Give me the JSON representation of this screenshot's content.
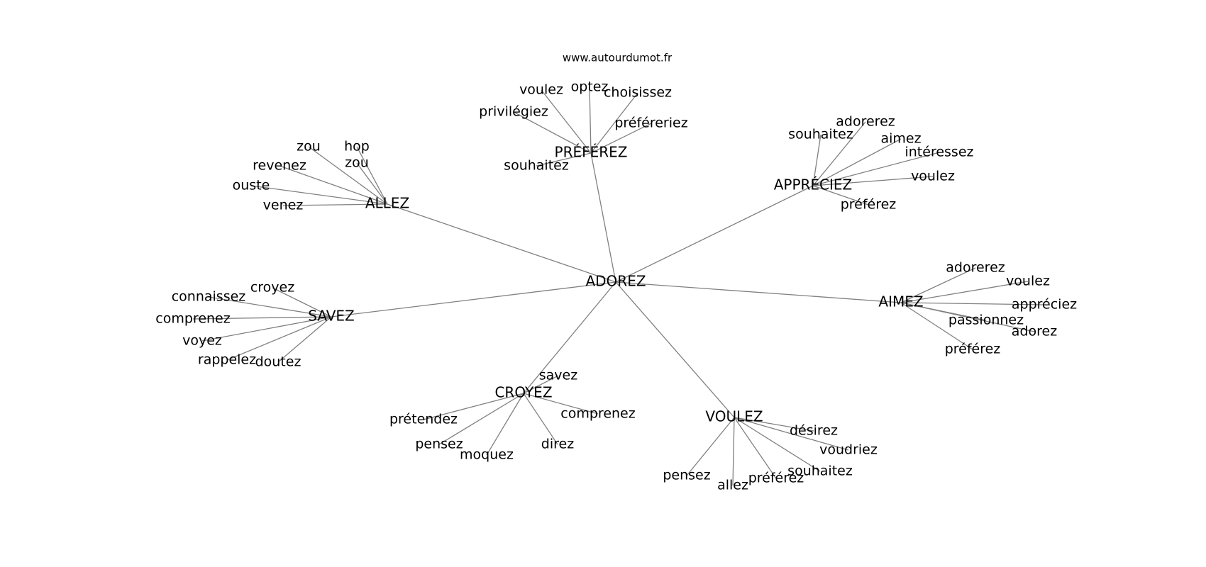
{
  "watermark": "www.autourdumot.fr",
  "graph": {
    "center": "ADOREZ",
    "hubs": [
      {
        "id": "preferez",
        "label": "PRÉFÉREZ",
        "leaves": [
          "voulez",
          "optez",
          "choisissez",
          "privilégiez",
          "préféreriez",
          "souhaitez"
        ]
      },
      {
        "id": "appreciez",
        "label": "APPRÉCIEZ",
        "leaves": [
          "souhaitez",
          "adorerez",
          "aimez",
          "intéressez",
          "voulez",
          "préférez"
        ]
      },
      {
        "id": "allez",
        "label": "ALLEZ",
        "leaves": [
          "zou",
          "hop",
          "zou",
          "revenez",
          "ouste",
          "venez"
        ]
      },
      {
        "id": "savez",
        "label": "SAVEZ",
        "leaves": [
          "croyez",
          "connaissez",
          "comprenez",
          "voyez",
          "rappelez",
          "doutez"
        ]
      },
      {
        "id": "aimez",
        "label": "AIMEZ",
        "leaves": [
          "adorerez",
          "voulez",
          "appréciez",
          "passionnez",
          "adorez",
          "préférez"
        ]
      },
      {
        "id": "croyez",
        "label": "CROYEZ",
        "leaves": [
          "savez",
          "prétendez",
          "comprenez",
          "pensez",
          "moquez",
          "direz"
        ]
      },
      {
        "id": "voulez",
        "label": "VOULEZ",
        "leaves": [
          "désirez",
          "voudriez",
          "souhaitez",
          "préférez",
          "allez",
          "pensez"
        ]
      }
    ]
  }
}
